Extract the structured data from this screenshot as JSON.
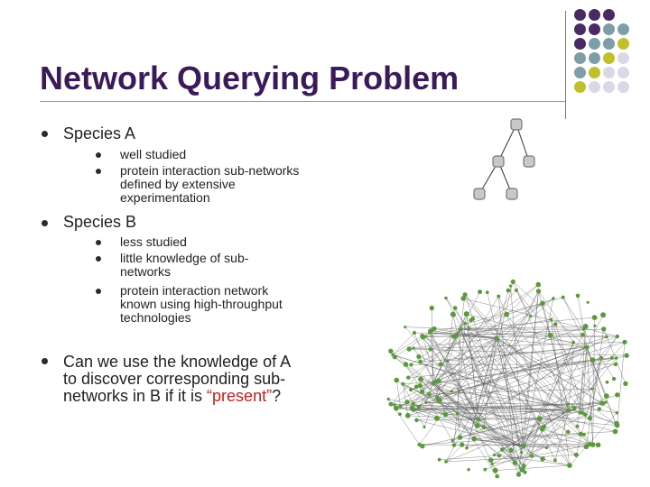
{
  "title": "Network Querying Problem",
  "colors": {
    "title": "#3b1a5a",
    "accent_red": "#c0201c",
    "node_green": "#5a9a3a"
  },
  "species_a": {
    "label": "Species A",
    "points": [
      "well studied",
      "protein interaction sub-networks defined by extensive experimentation"
    ]
  },
  "species_b": {
    "label": "Species B",
    "points": [
      "less studied",
      "little knowledge of sub-networks",
      "protein interaction network known using high-throughput technologies"
    ]
  },
  "question": {
    "text": "Can we use the knowledge of A to discover corresponding sub-networks in B if it is ",
    "highlight": "“present”",
    "end": "?"
  }
}
